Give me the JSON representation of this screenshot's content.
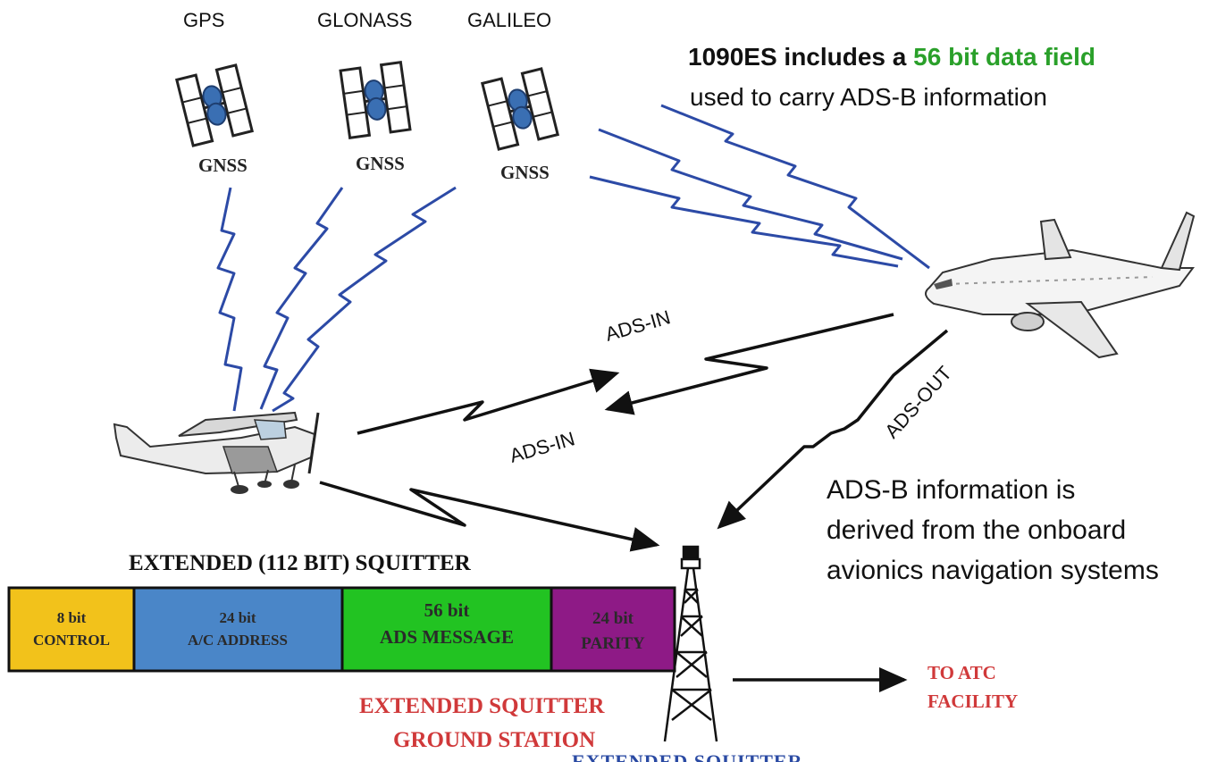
{
  "constellations": [
    {
      "name": "GPS",
      "label": "GNSS"
    },
    {
      "name": "GLONASS",
      "label": "GNSS"
    },
    {
      "name": "GALILEO",
      "label": "GNSS"
    }
  ],
  "note_top": {
    "line1_prefix": "1090ES includes a ",
    "line1_highlight": "56 bit data field",
    "line2": "used to carry ADS-B information"
  },
  "link_labels": {
    "ads_in_upper": "ADS-IN",
    "ads_in_lower": "ADS-IN",
    "ads_out": "ADS-OUT"
  },
  "note_right": {
    "lines": [
      "ADS-B information is",
      "derived from the onboard",
      "avionics navigation systems"
    ]
  },
  "squitter": {
    "title": "EXTENDED (112 BIT) SQUITTER",
    "fields": [
      {
        "line1": "8 bit",
        "line2": "CONTROL",
        "color": "#f2c21b"
      },
      {
        "line1": "24 bit",
        "line2": "A/C ADDRESS",
        "color": "#4a86c8"
      },
      {
        "line1": "56 bit",
        "line2": "ADS MESSAGE",
        "color": "#22c322"
      },
      {
        "line1": "24 bit",
        "line2": "PARITY",
        "color": "#8e1a86"
      }
    ]
  },
  "ground_station": {
    "line1": "EXTENDED SQUITTER",
    "line2": "GROUND STATION"
  },
  "atc": {
    "line1": "TO ATC",
    "line2": "FACILITY"
  },
  "colors": {
    "signal_blue": "#2c4aa6",
    "highlight_green": "#2aa02a",
    "red_label": "#d0393a",
    "arrow_black": "#111111"
  },
  "cutoff_text": "EXTENDED SQUITTER"
}
